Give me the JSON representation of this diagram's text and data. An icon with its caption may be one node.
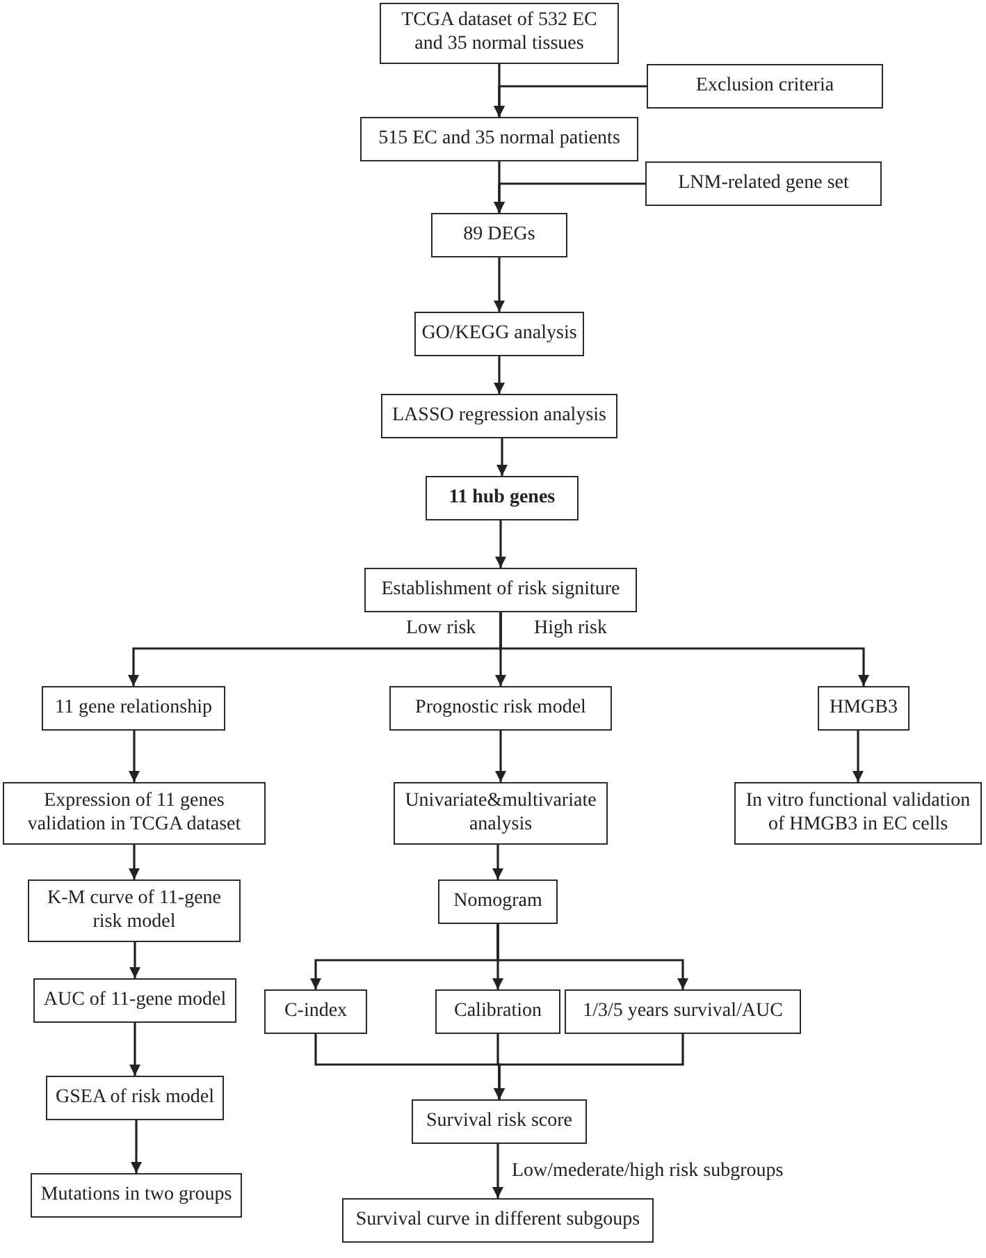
{
  "diagram": {
    "nodes": [
      {
        "text": [
          "TCGA dataset of 532 EC and 35 normal tissues"
        ]
      },
      {
        "text": [
          "Exclusion criteria"
        ]
      },
      {
        "text": [
          "515 EC and 35 normal patients"
        ]
      },
      {
        "text": [
          "LNM-related gene set"
        ]
      },
      {
        "text": [
          "89 DEGs"
        ]
      },
      {
        "text": [
          "GO/KEGG analysis"
        ]
      },
      {
        "text": [
          "LASSO regression analysis"
        ]
      },
      {
        "text": [
          "11 hub genes"
        ]
      },
      {
        "text": [
          "Establishment of risk signiture"
        ]
      },
      {
        "text": [
          "11 gene relationship"
        ]
      },
      {
        "text": [
          "Prognostic risk model"
        ]
      },
      {
        "text": [
          "HMGB3"
        ]
      },
      {
        "text": [
          "Expression of 11 genes validation in TCGA dataset"
        ]
      },
      {
        "text": [
          "Univariate&multivariate analysis"
        ]
      },
      {
        "text": [
          "In vitro functional validation of HMGB3 in EC cells"
        ]
      },
      {
        "text": [
          "K-M curve of 11-gene risk model"
        ]
      },
      {
        "text": [
          "Nomogram"
        ]
      },
      {
        "text": [
          "AUC of 11-gene model"
        ]
      },
      {
        "text": [
          "C-index"
        ]
      },
      {
        "text": [
          "Calibration"
        ]
      },
      {
        "text": [
          "1/3/5 years survival/AUC"
        ]
      },
      {
        "text": [
          "GSEA of risk model"
        ]
      },
      {
        "text": [
          "Survival risk score"
        ]
      },
      {
        "text": [
          "Mutations in two groups"
        ]
      },
      {
        "text": [
          "Survival curve in different subgoups"
        ]
      }
    ],
    "edges": [
      {
        "from": 0,
        "to": 2,
        "arrow": "to"
      },
      {
        "from": 1,
        "to": 2,
        "arrow": "to"
      },
      {
        "from": 2,
        "to": 4,
        "arrow": "to"
      },
      {
        "from": 3,
        "to": 4,
        "arrow": "to"
      },
      {
        "from": 4,
        "to": 5,
        "arrow": "to"
      },
      {
        "from": 5,
        "to": 6,
        "arrow": "to"
      },
      {
        "from": 6,
        "to": 7,
        "arrow": "to"
      },
      {
        "from": 7,
        "to": 8,
        "arrow": "to"
      },
      {
        "from": 8,
        "to": 9,
        "arrow": "to",
        "label": "Low risk"
      },
      {
        "from": 8,
        "to": 10,
        "arrow": "to"
      },
      {
        "from": 8,
        "to": 11,
        "arrow": "to",
        "label": "High risk"
      },
      {
        "from": 9,
        "to": 12,
        "arrow": "to"
      },
      {
        "from": 12,
        "to": 15,
        "arrow": "to"
      },
      {
        "from": 15,
        "to": 17,
        "arrow": "to"
      },
      {
        "from": 17,
        "to": 21,
        "arrow": "to"
      },
      {
        "from": 21,
        "to": 23,
        "arrow": "to"
      },
      {
        "from": 10,
        "to": 13,
        "arrow": "to"
      },
      {
        "from": 13,
        "to": 16,
        "arrow": "to"
      },
      {
        "from": 16,
        "to": 18,
        "arrow": "to"
      },
      {
        "from": 16,
        "to": 19,
        "arrow": "to"
      },
      {
        "from": 16,
        "to": 20,
        "arrow": "to"
      },
      {
        "from": 18,
        "to": 22,
        "arrow": "to"
      },
      {
        "from": 19,
        "to": 22,
        "arrow": "to"
      },
      {
        "from": 20,
        "to": 22,
        "arrow": "to"
      },
      {
        "from": 22,
        "to": 24,
        "arrow": "to",
        "label": "Low/mederate/high risk subgroups"
      },
      {
        "from": 11,
        "to": 14,
        "arrow": "to"
      }
    ]
  }
}
